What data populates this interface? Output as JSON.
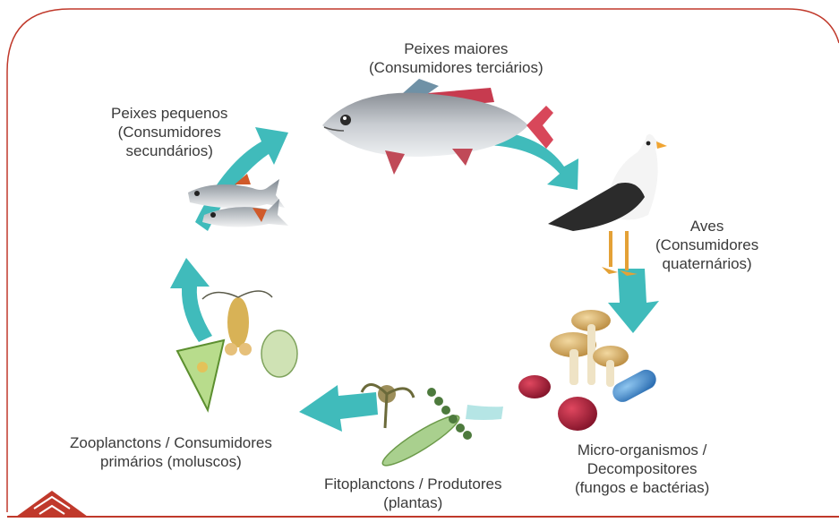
{
  "colors": {
    "frame": "#c0392b",
    "arrow": "#2bb4b4",
    "label_text": "#3a3a3a"
  },
  "nodes": {
    "big_fish": {
      "line1": "Peixes maiores",
      "line2": "(Consumidores terciários)",
      "icon": "large-fish"
    },
    "birds": {
      "line1": "Aves",
      "line2": "(Consumidores",
      "line3": "quaternários)",
      "icon": "seagull"
    },
    "micro": {
      "line1": "Micro-organismos /",
      "line2": "Decompositores",
      "line3": "(fungos e bactérias)",
      "icon": "mushrooms-bacteria"
    },
    "phyto": {
      "line1": "Fitoplanctons / Produtores",
      "line2": "(plantas)",
      "icon": "phytoplankton"
    },
    "zoo": {
      "line1": "Zooplanctons / Consumidores",
      "line2": "primários (moluscos)",
      "icon": "zooplankton"
    },
    "small_fish": {
      "line1": "Peixes pequenos",
      "line2": "(Consumidores",
      "line3": "secundários)",
      "icon": "small-fish"
    }
  }
}
